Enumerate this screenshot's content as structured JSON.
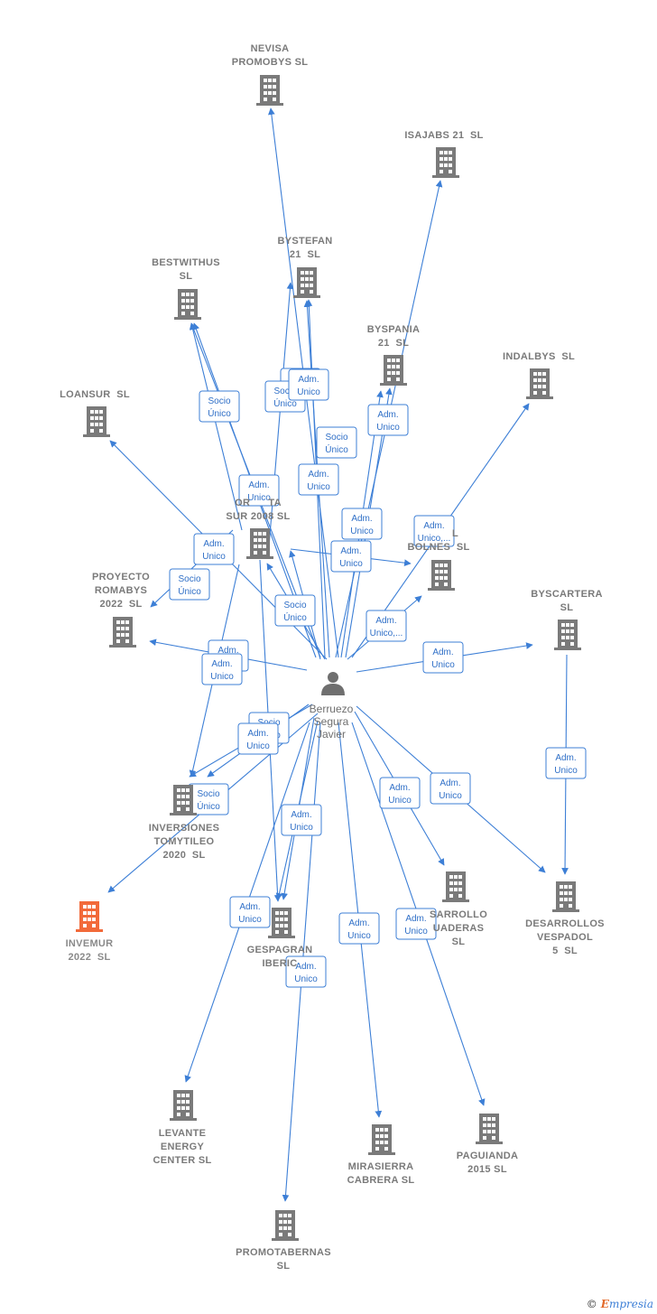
{
  "colors": {
    "edge": "#3d7fd6",
    "node": "#7a7a7a",
    "highlight": "#f26a3a",
    "label": "#7a7a7a"
  },
  "center": {
    "name_lines": [
      "Berruezo",
      "Segura",
      "Javier"
    ],
    "icon": "person-icon"
  },
  "companies": [
    {
      "id": "nevisa",
      "lines": [
        "NEVISA",
        "PROMOBYS SL"
      ],
      "icon": "building-icon"
    },
    {
      "id": "isajabs",
      "lines": [
        "ISAJABS 21  SL"
      ],
      "icon": "building-icon"
    },
    {
      "id": "bystefan",
      "lines": [
        "BYSTEFAN",
        "21  SL"
      ],
      "icon": "building-icon"
    },
    {
      "id": "bestwithus",
      "lines": [
        "BESTWITHUS",
        "SL"
      ],
      "icon": "building-icon"
    },
    {
      "id": "byspania",
      "lines": [
        "BYSPANIA",
        "21  SL"
      ],
      "icon": "building-icon"
    },
    {
      "id": "indalbys",
      "lines": [
        "INDALBYS  SL"
      ],
      "icon": "building-icon"
    },
    {
      "id": "loansur",
      "lines": [
        "LOANSUR  SL"
      ],
      "icon": "building-icon"
    },
    {
      "id": "orsur",
      "lines": [
        "OR      TA",
        "SUR 2008 SL"
      ],
      "icon": "building-icon"
    },
    {
      "id": "bolnes",
      "lines": [
        "           L",
        "BOLNES  SL"
      ],
      "icon": "building-icon"
    },
    {
      "id": "romabys",
      "lines": [
        "PROYECTO",
        "ROMABYS",
        "2022  SL"
      ],
      "icon": "building-icon"
    },
    {
      "id": "byscartera",
      "lines": [
        "BYSCARTERA",
        "SL"
      ],
      "icon": "building-icon"
    },
    {
      "id": "tomytileo",
      "lines": [
        "INVERSIONES",
        "TOMYTILEO",
        "2020  SL"
      ],
      "icon": "building-icon"
    },
    {
      "id": "invemur",
      "lines": [
        "INVEMUR",
        "2022  SL"
      ],
      "icon": "building-icon",
      "highlight": true
    },
    {
      "id": "gespagran",
      "lines": [
        "GESPAGRAN",
        "IBERIC"
      ],
      "icon": "building-icon"
    },
    {
      "id": "desarrollo",
      "lines": [
        "SARROLLO",
        "UADERAS",
        "SL"
      ],
      "icon": "building-icon"
    },
    {
      "id": "vespadol",
      "lines": [
        "DESARROLLOS",
        "VESPADOL",
        "5  SL"
      ],
      "icon": "building-icon"
    },
    {
      "id": "levante",
      "lines": [
        "LEVANTE",
        "ENERGY",
        "CENTER SL"
      ],
      "icon": "building-icon"
    },
    {
      "id": "mirasierra",
      "lines": [
        "MIRASIERRA",
        "CABRERA SL"
      ],
      "icon": "building-icon"
    },
    {
      "id": "paguianda",
      "lines": [
        "PAGUIANDA",
        "2015 SL"
      ],
      "icon": "building-icon"
    },
    {
      "id": "promotabernas",
      "lines": [
        "PROMOTABERNAS",
        "SL"
      ],
      "icon": "building-icon"
    }
  ],
  "relations": [
    {
      "lines": [
        "Adm.",
        "Unico,..."
      ]
    },
    {
      "lines": [
        "Socio",
        "Único"
      ]
    },
    {
      "lines": [
        "Socio",
        "Único"
      ]
    },
    {
      "lines": [
        "Adm.",
        "Unico"
      ]
    },
    {
      "lines": [
        "Socio",
        "Único"
      ]
    },
    {
      "lines": [
        "Adm.",
        "Unico"
      ]
    },
    {
      "lines": [
        "Adm.",
        "Unico"
      ]
    },
    {
      "lines": [
        "Adm.",
        "Unico"
      ]
    },
    {
      "lines": [
        "Adm.",
        "Unico,..."
      ]
    },
    {
      "lines": [
        "Adm.",
        "Unico"
      ]
    },
    {
      "lines": [
        "Socio",
        "Único"
      ]
    },
    {
      "lines": [
        "Adm.",
        "Unico"
      ]
    },
    {
      "lines": [
        "Socio",
        "Único"
      ]
    },
    {
      "lines": [
        "Adm.",
        "Unico,..."
      ]
    },
    {
      "lines": [
        "Adm.",
        "Unico"
      ]
    },
    {
      "lines": [
        "Adm.",
        "Unico"
      ]
    },
    {
      "lines": [
        "Adm.",
        "Unico"
      ]
    },
    {
      "lines": [
        "Socio",
        "Único"
      ]
    },
    {
      "lines": [
        "Adm.",
        "Unico"
      ]
    },
    {
      "lines": [
        "Socio",
        "Único"
      ]
    },
    {
      "lines": [
        "Adm.",
        "Unico"
      ]
    },
    {
      "lines": [
        "Adm.",
        "Unico"
      ]
    },
    {
      "lines": [
        "Adm.",
        "Unico"
      ]
    },
    {
      "lines": [
        "Adm.",
        "Unico"
      ]
    },
    {
      "lines": [
        "Adm.",
        "Unico"
      ]
    },
    {
      "lines": [
        "Adm.",
        "Unico"
      ]
    },
    {
      "lines": [
        "Adm.",
        "Unico"
      ]
    },
    {
      "lines": [
        "Adm.",
        "Unico"
      ]
    },
    {
      "lines": [
        "Adm.",
        "Unico"
      ]
    }
  ],
  "footer": {
    "copyright": "©",
    "brand_e": "E",
    "brand_rest": "mpresia"
  }
}
